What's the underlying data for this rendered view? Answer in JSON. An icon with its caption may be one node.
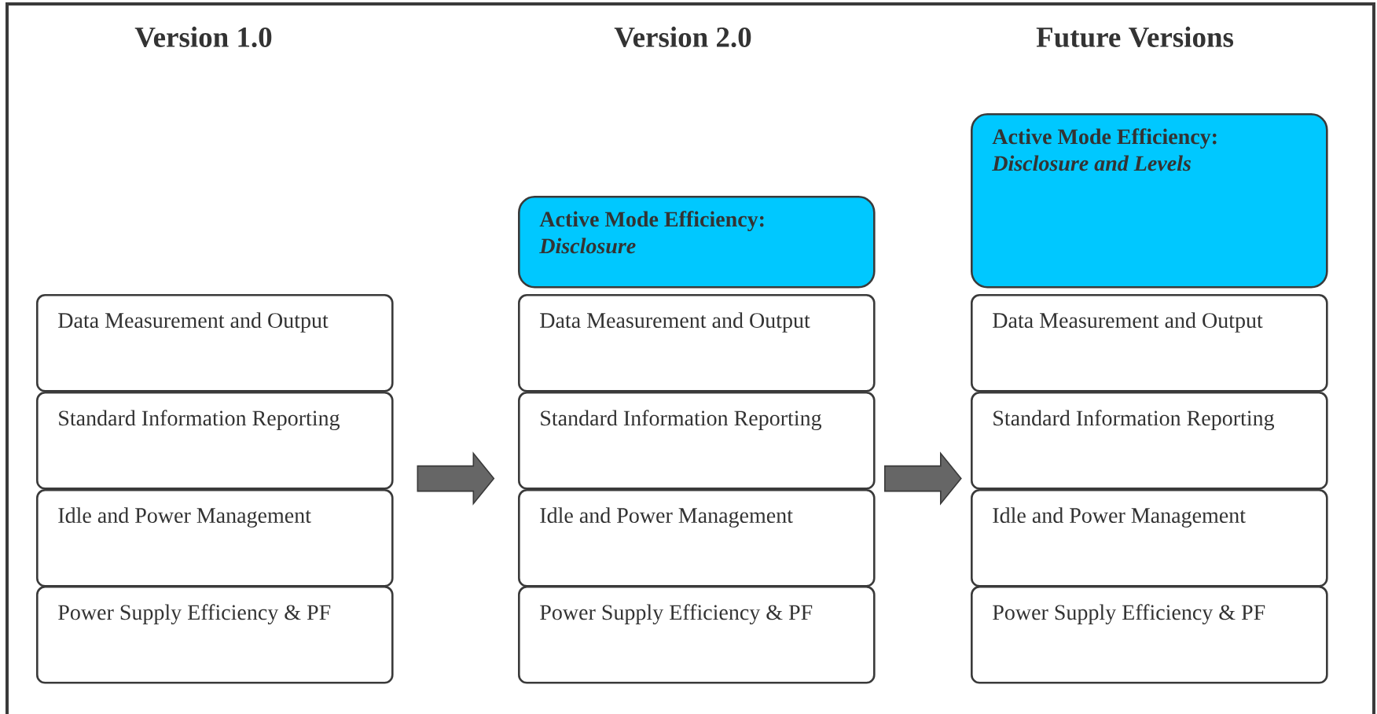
{
  "diagram": {
    "nodes": [
      {
        "text": [
          "Data Measurement and Output"
        ]
      },
      {
        "text": [
          "Standard Information Reporting"
        ]
      },
      {
        "text": [
          "Idle and Power Management"
        ]
      },
      {
        "text": [
          "Power Supply Efficiency & PF"
        ]
      },
      {
        "text": [
          "Active Mode Efficiency:",
          "Disclosure"
        ]
      },
      {
        "text": [
          "Data Measurement and Output"
        ]
      },
      {
        "text": [
          "Standard Information Reporting"
        ]
      },
      {
        "text": [
          "Idle and Power Management"
        ]
      },
      {
        "text": [
          "Power Supply Efficiency & PF"
        ]
      },
      {
        "text": [
          "Active Mode Efficiency:",
          "Disclosure and Levels"
        ]
      },
      {
        "text": [
          "Data Measurement and Output"
        ]
      },
      {
        "text": [
          "Standard Information Reporting"
        ]
      },
      {
        "text": [
          "Idle and Power Management"
        ]
      },
      {
        "text": [
          "Power Supply Efficiency & PF"
        ]
      }
    ],
    "edges": [
      {
        "from": 1,
        "to": 6,
        "arrow": "to"
      },
      {
        "from": 6,
        "to": 11,
        "arrow": "to"
      }
    ],
    "labels": [
      "Version 1.0",
      "Version 2.0",
      "Future Versions"
    ]
  }
}
